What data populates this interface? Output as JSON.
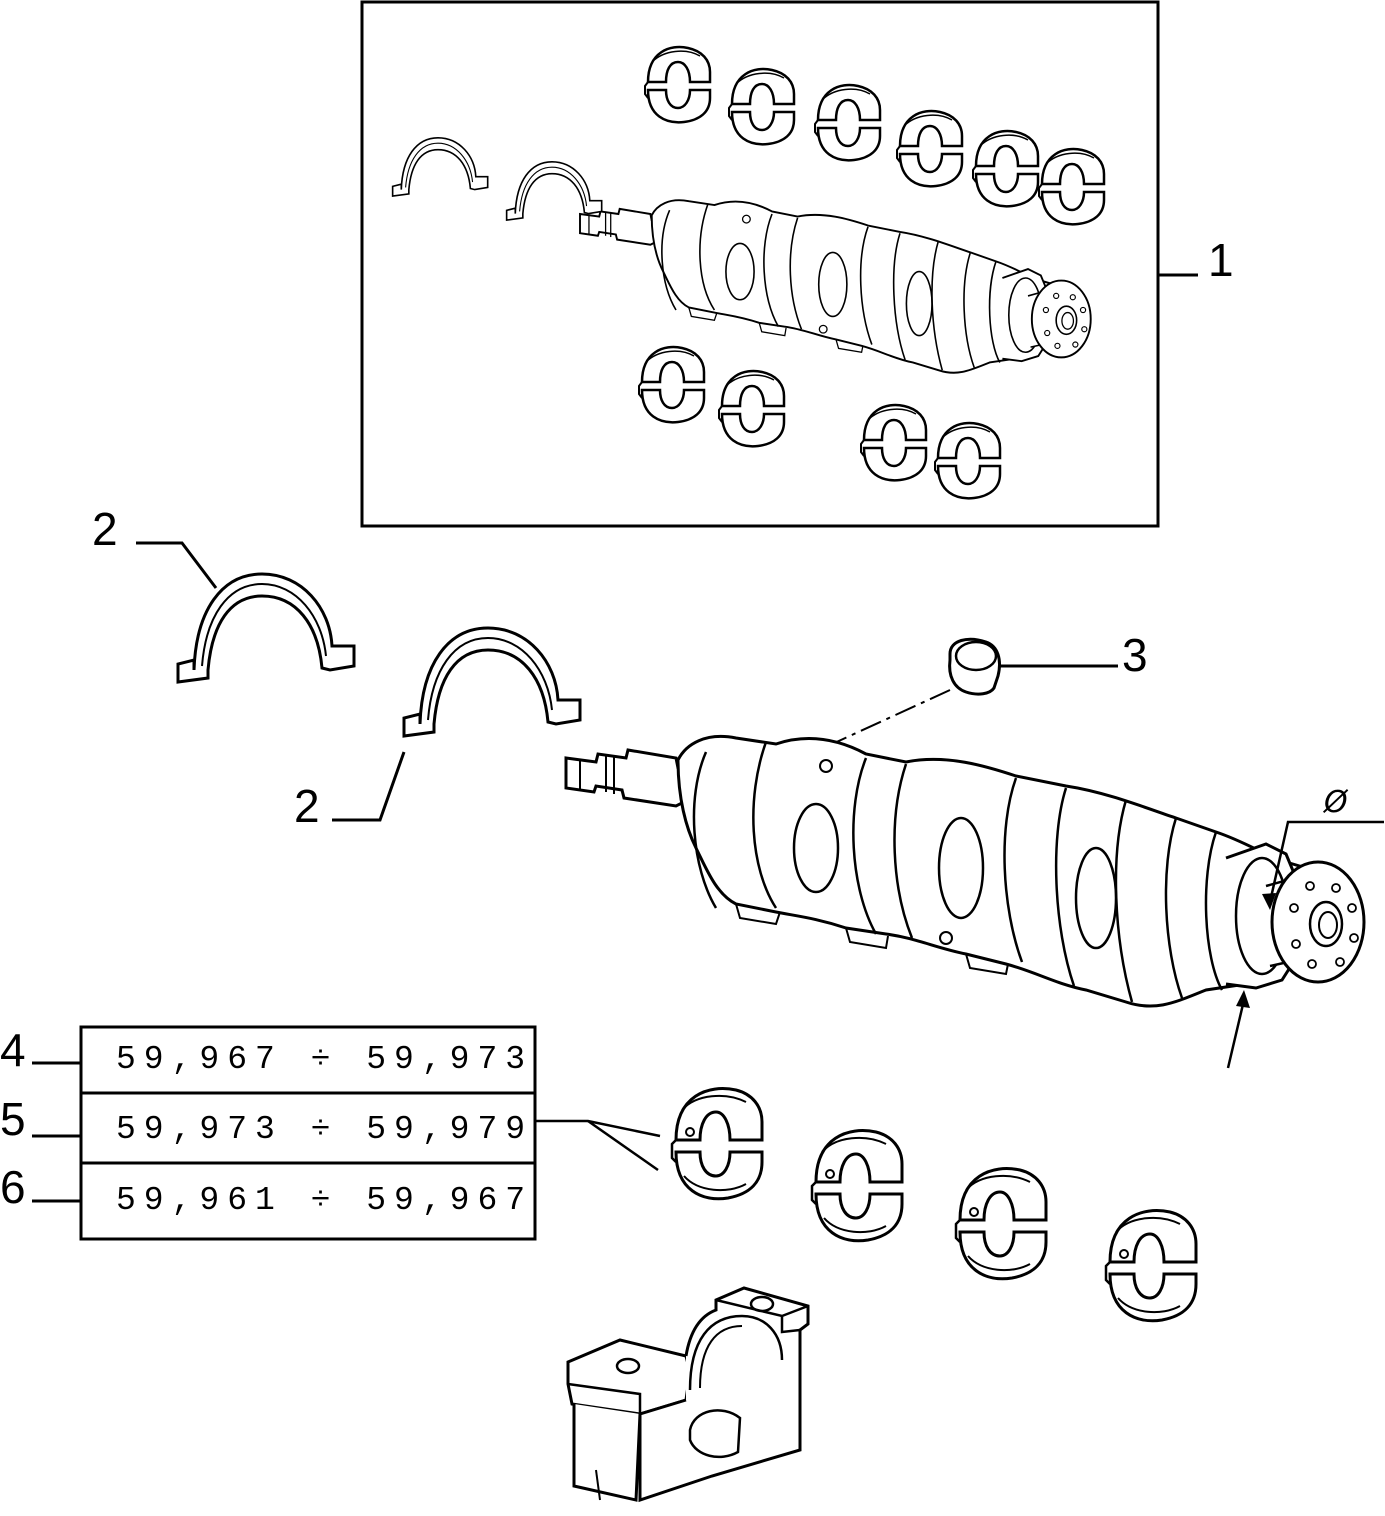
{
  "callouts": {
    "c1": "1",
    "c2a": "2",
    "c2b": "2",
    "c3": "3",
    "c4": "4",
    "c5": "5",
    "c6": "6"
  },
  "diameter_symbol": "Ø",
  "tolerance_table": [
    {
      "ref": "4",
      "range": "59,967 ÷ 59,973"
    },
    {
      "ref": "5",
      "range": "59,973 ÷ 59,979"
    },
    {
      "ref": "6",
      "range": "59,961 ÷ 59,967"
    }
  ]
}
